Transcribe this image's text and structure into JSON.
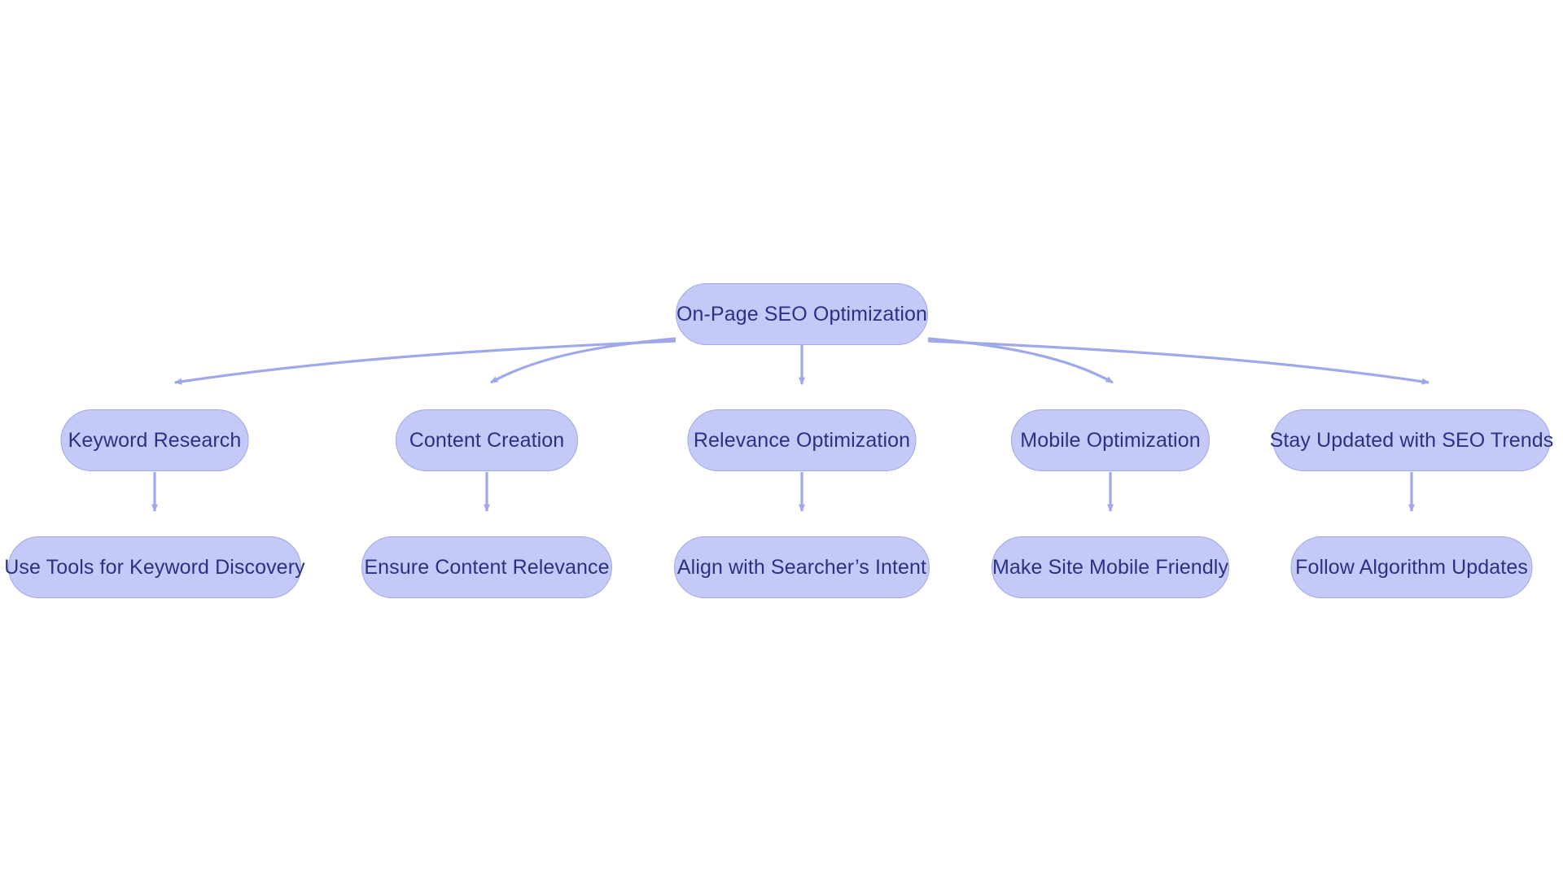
{
  "diagram": {
    "title": "On-Page SEO Optimization",
    "type": "flowchart-tree",
    "orientation": "top-down",
    "background_color": "#ffffff",
    "node_fill_color": "#c5c9f7",
    "node_border_color": "#9fa8e8",
    "node_text_color": "#2c3186",
    "edge_color": "#9fa8e8",
    "root": {
      "id": "root",
      "label": "On-Page SEO Optimization"
    },
    "branches": [
      {
        "id": "keyword-research",
        "label": "Keyword Research",
        "child": {
          "id": "use-tools-for-keyword-discovery",
          "label": "Use Tools for Keyword Discovery"
        }
      },
      {
        "id": "content-creation",
        "label": "Content Creation",
        "child": {
          "id": "ensure-content-relevance",
          "label": "Ensure Content Relevance"
        }
      },
      {
        "id": "relevance-optimization",
        "label": "Relevance Optimization",
        "child": {
          "id": "align-with-searchers-intent",
          "label": "Align with Searcher’s Intent"
        }
      },
      {
        "id": "mobile-optimization",
        "label": "Mobile Optimization",
        "child": {
          "id": "make-site-mobile-friendly",
          "label": "Make Site Mobile Friendly"
        }
      },
      {
        "id": "stay-updated-with-seo-trends",
        "label": "Stay Updated with SEO Trends",
        "child": {
          "id": "follow-algorithm-updates",
          "label": "Follow Algorithm Updates"
        }
      }
    ]
  }
}
